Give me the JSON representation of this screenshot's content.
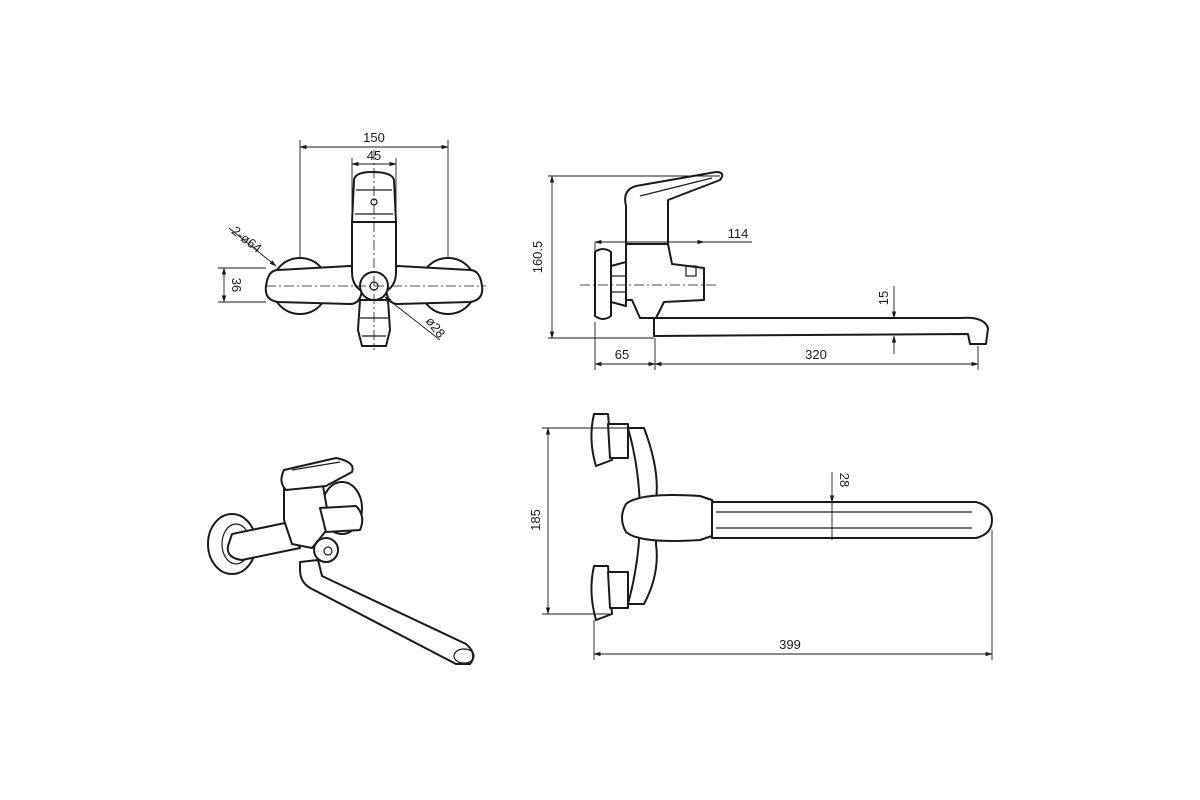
{
  "dimensions": {
    "front_width": "150",
    "front_handle": "45",
    "flange_dia": "2-ø64",
    "flange_height": "36",
    "outlet_dia": "ø28",
    "side_height": "160.5",
    "side_depth": "114",
    "spout_height": "15",
    "wall_offset": "65",
    "spout_length": "320",
    "top_centers": "185",
    "spout_width": "28",
    "total_length": "399"
  }
}
